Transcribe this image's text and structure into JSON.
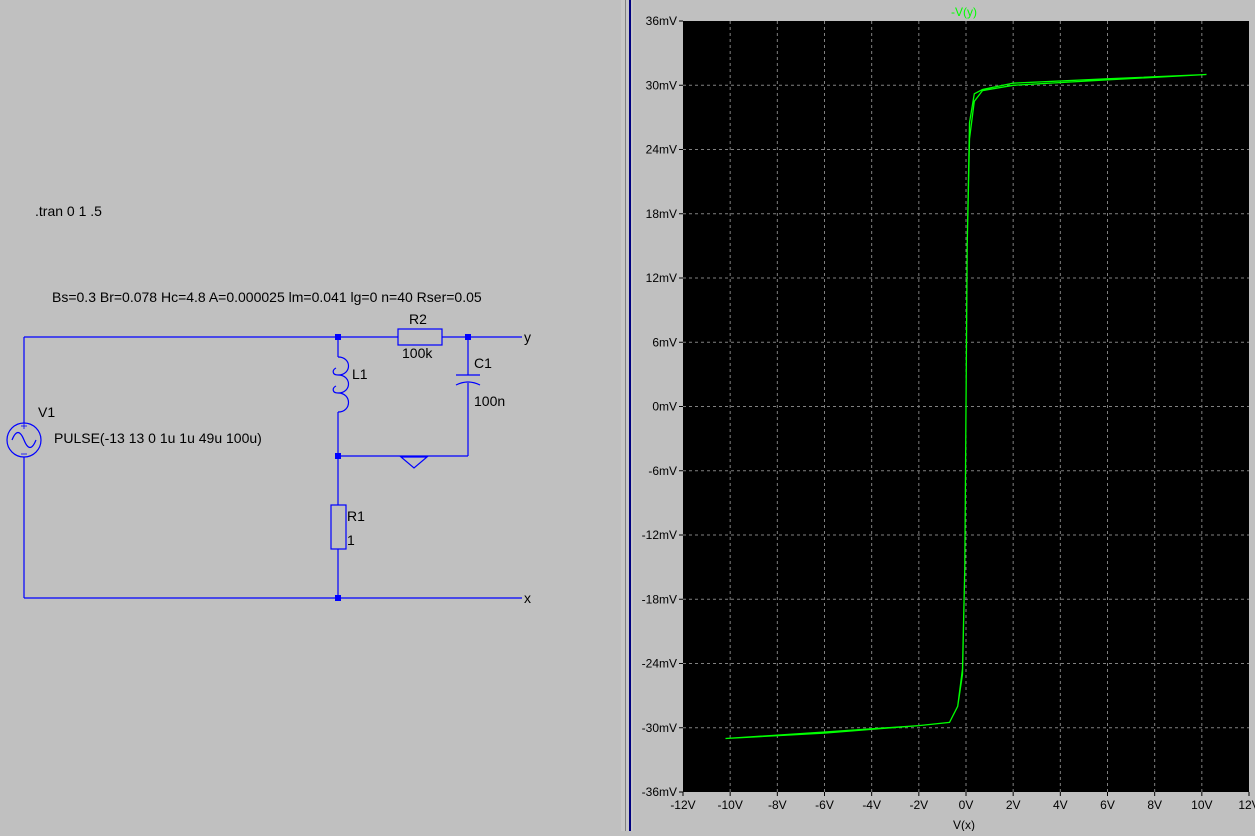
{
  "schematic": {
    "directive": ".tran 0 1 .5",
    "core_params": "Bs=0.3 Br=0.078 Hc=4.8 A=0.000025 lm=0.041 lg=0 n=40 Rser=0.05",
    "v1": {
      "name": "V1",
      "value": "PULSE(-13 13 0 1u 1u 49u 100u)"
    },
    "r2": {
      "name": "R2",
      "value": "100k"
    },
    "l1": {
      "name": "L1"
    },
    "c1": {
      "name": "C1",
      "value": "100n"
    },
    "r1": {
      "name": "R1",
      "value": "1"
    },
    "net_y": "y",
    "net_x": "x",
    "wire_color": "#0000ff",
    "text_color": "#000000"
  },
  "plot": {
    "trace_label": "-V(y)",
    "x_axis_label": "V(x)",
    "background": "#000000",
    "trace_color": "#00ff00",
    "grid": true
  },
  "chart_data": {
    "type": "line",
    "title": "-V(y)",
    "xlabel": "V(x)",
    "ylabel": "",
    "xlim": [
      -12,
      12
    ],
    "ylim": [
      -36,
      36
    ],
    "x_unit": "V",
    "y_unit": "mV",
    "x_ticks": [
      "-12V",
      "-10V",
      "-8V",
      "-6V",
      "-4V",
      "-2V",
      "0V",
      "2V",
      "4V",
      "6V",
      "8V",
      "10V",
      "12V"
    ],
    "y_ticks": [
      "36mV",
      "30mV",
      "24mV",
      "18mV",
      "12mV",
      "6mV",
      "0mV",
      "-6mV",
      "-12mV",
      "-18mV",
      "-24mV",
      "-30mV",
      "-36mV"
    ],
    "series": [
      {
        "name": "-V(y)",
        "x": [
          -10.2,
          -6,
          -2,
          -0.7,
          -0.35,
          -0.15,
          -0.05,
          0,
          0.05,
          0.15,
          0.35,
          0.7,
          2,
          6,
          10.2,
          6,
          2,
          0.7,
          0.35,
          0.15,
          0.05,
          0,
          -0.05,
          -0.15,
          -0.35,
          -0.7,
          -2,
          -6,
          -10.2
        ],
        "y": [
          -31,
          -30.5,
          -29.8,
          -29.5,
          -28,
          -25,
          -15,
          0,
          15,
          25,
          28.5,
          29.5,
          30,
          30.5,
          31,
          30.6,
          30.2,
          29.6,
          29.2,
          26.5,
          15,
          0,
          -15,
          -24.5,
          -28,
          -29.5,
          -29.8,
          -30.4,
          -31
        ]
      }
    ]
  }
}
